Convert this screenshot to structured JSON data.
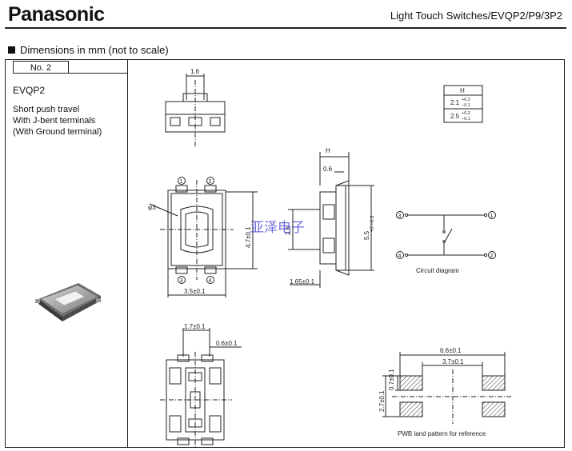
{
  "header": {
    "brand": "Panasonic",
    "title": "Light Touch Switches/EVQP2/P9/3P2"
  },
  "section": {
    "heading": "Dimensions in mm (not to scale)"
  },
  "product": {
    "number": "No. 2",
    "model": "EVQP2",
    "description": [
      "Short push travel",
      "With J-bent terminals",
      "(With Ground terminal)"
    ]
  },
  "table_h": {
    "header": "H",
    "rows": [
      {
        "base": "2.1",
        "plus": "+0.2",
        "minus": "−0.1"
      },
      {
        "base": "2.5",
        "plus": "+0.2",
        "minus": "−0.1"
      }
    ]
  },
  "dimensions": {
    "top_width": "1.6",
    "side_h": "H",
    "side_top": "0.6",
    "side_height": "2.6",
    "side_total_main": "5.5",
    "side_total_tol": "+0 −0.3",
    "side_bottom": "1.65±0.1",
    "front_height": "4.7±0.1",
    "front_width": "3.5±0.1",
    "front_dia": "φ3",
    "bottom_pitch": "1.7±0.1",
    "bottom_pad": "0.6±0.1",
    "land_total": "6.6±0.1",
    "land_inner": "3.7±0.1",
    "land_height": "2.7±0.1",
    "land_pad": "0.7±0.1"
  },
  "terminals": [
    "①",
    "②",
    "③",
    "④"
  ],
  "circuit": {
    "caption": "Circuit diagram"
  },
  "land": {
    "caption": "PWB land pattern for reference"
  },
  "watermark": "亚泽电子"
}
